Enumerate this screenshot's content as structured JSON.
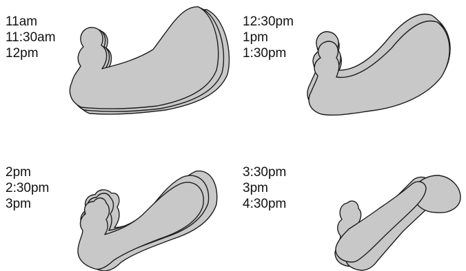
{
  "panels": [
    {
      "labels": [
        "11am",
        "11:30am",
        "12pm"
      ]
    },
    {
      "labels": [
        "12:30pm",
        "1pm",
        "1:30pm"
      ]
    },
    {
      "labels": [
        "2pm",
        "2:30pm",
        "3pm"
      ]
    },
    {
      "labels": [
        "3:30pm",
        "3pm",
        "4:30pm"
      ]
    }
  ],
  "colors": {
    "shape_fill": "#c8c8c8",
    "shape_outline": "#1c1c1c",
    "text": "#111111",
    "background": "#ffffff"
  }
}
